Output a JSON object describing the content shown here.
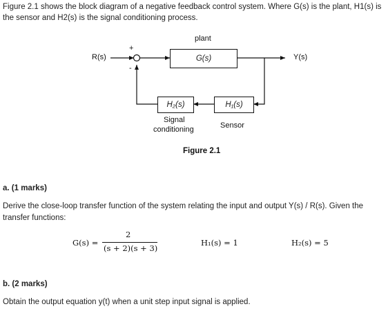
{
  "intro": {
    "line1": "Figure 2.1 shows the block diagram of a negative feedback control system. Where G(s) is the plant, H1(s) is",
    "line2": "the sensor and H2(s) is the signal conditioning process."
  },
  "diagram": {
    "input_label": "R(s)",
    "output_label": "Y(s)",
    "plus_sign": "+",
    "minus_sign": "-",
    "plant_caption": "plant",
    "plant_block": "G(s)",
    "sensor_block": "H₁(s)",
    "sensor_caption": "Sensor",
    "conditioning_block": "H₂(s)",
    "conditioning_caption_1": "Signal",
    "conditioning_caption_2": "conditioning",
    "figure_caption": "Figure 2.1"
  },
  "part_a": {
    "heading": "a. (1 marks)",
    "line1": "Derive the close-loop transfer function of the system relating the input and output Y(s) / R(s). Given the",
    "line2": "transfer functions:",
    "g_lhs": "G(s) =",
    "g_num": "2",
    "g_den": "(s + 2)(s + 3)",
    "h1_eq": "H₁(s) = 1",
    "h2_eq": "H₂(s) = 5"
  },
  "part_b": {
    "heading": "b. (2 marks)",
    "line1": "Obtain the output equation y(t) when a unit step input signal is applied."
  }
}
